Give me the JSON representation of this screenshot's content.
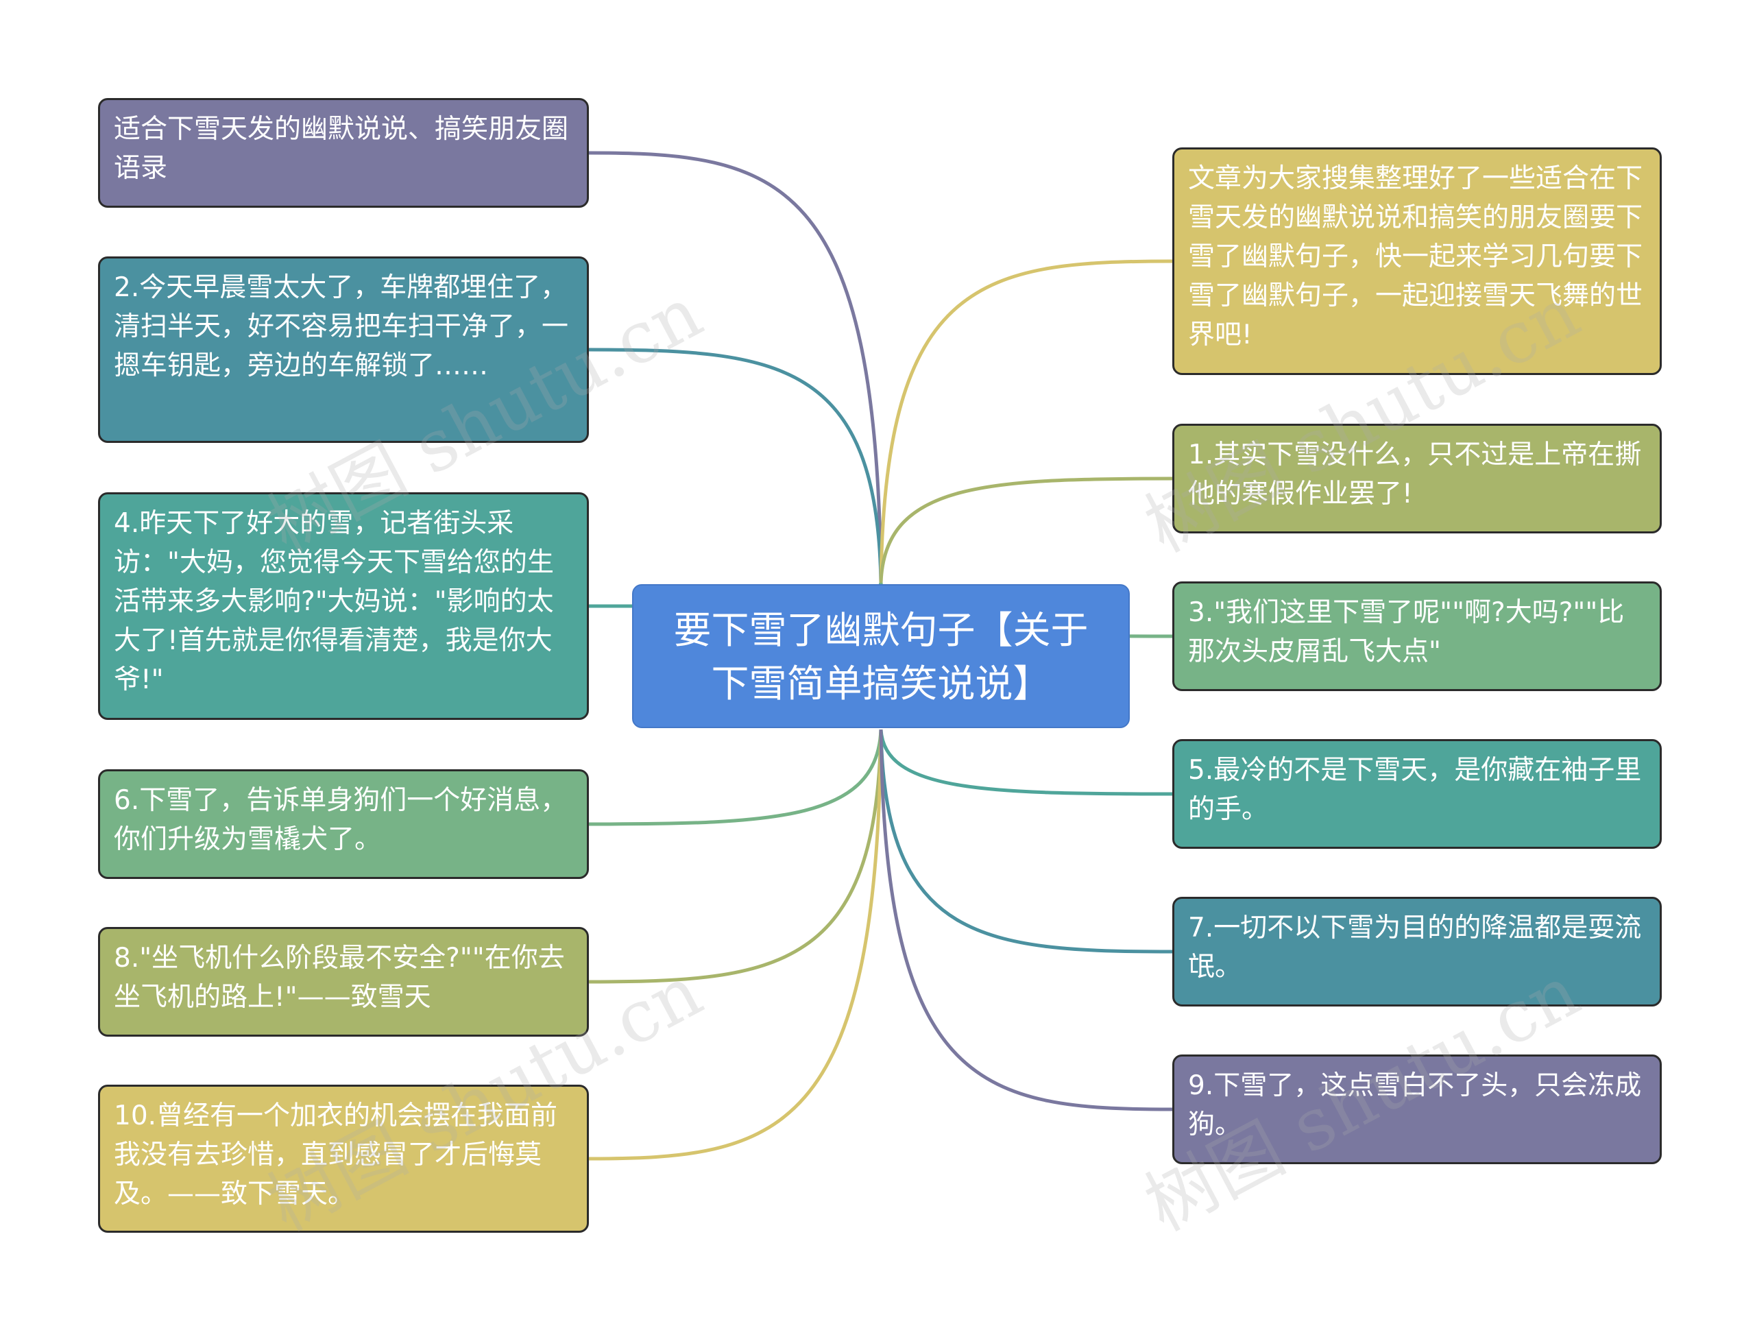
{
  "center": {
    "text": "要下雪了幽默句子【关于下雪简单搞笑说说】",
    "color": "#4f87db"
  },
  "nodes": [
    {
      "id": "L1",
      "side": "left",
      "text": "适合下雪天发的幽默说说、搞笑朋友圈语录",
      "color": "#7a789f"
    },
    {
      "id": "L2",
      "side": "left",
      "text": "2.今天早晨雪太大了，车牌都埋住了，清扫半天，好不容易把车扫干净了，一摁车钥匙，旁边的车解锁了……",
      "color": "#4b91a0"
    },
    {
      "id": "L3",
      "side": "left",
      "text": "4.昨天下了好大的雪，记者街头采访：\"大妈，您觉得今天下雪给您的生活带来多大影响?\"大妈说：\"影响的太大了!首先就是你得看清楚，我是你大爷!\"",
      "color": "#4fa59a"
    },
    {
      "id": "L4",
      "side": "left",
      "text": "6.下雪了，告诉单身狗们一个好消息，你们升级为雪橇犬了。",
      "color": "#77b387"
    },
    {
      "id": "L5",
      "side": "left",
      "text": "8.\"坐飞机什么阶段最不安全?\"\"在你去坐飞机的路上!\"——致雪天",
      "color": "#a8b56b"
    },
    {
      "id": "L6",
      "side": "left",
      "text": "10.曾经有一个加衣的机会摆在我面前我没有去珍惜，直到感冒了才后悔莫及。——致下雪天。",
      "color": "#d6c46d"
    },
    {
      "id": "R1",
      "side": "right",
      "text": "文章为大家搜集整理好了一些适合在下雪天发的幽默说说和搞笑的朋友圈要下雪了幽默句子，快一起来学习几句要下雪了幽默句子，一起迎接雪天飞舞的世界吧!",
      "color": "#d6c46d"
    },
    {
      "id": "R2",
      "side": "right",
      "text": "1.其实下雪没什么，只不过是上帝在撕他的寒假作业罢了!",
      "color": "#a8b56b"
    },
    {
      "id": "R3",
      "side": "right",
      "text": "3.\"我们这里下雪了呢\"\"啊?大吗?\"\"比那次头皮屑乱飞大点\"",
      "color": "#77b387"
    },
    {
      "id": "R4",
      "side": "right",
      "text": "5.最冷的不是下雪天，是你藏在袖子里的手。",
      "color": "#4fa59a"
    },
    {
      "id": "R5",
      "side": "right",
      "text": "7.一切不以下雪为目的的降温都是耍流氓。",
      "color": "#4b91a0"
    },
    {
      "id": "R6",
      "side": "right",
      "text": "9.下雪了，这点雪白不了头，只会冻成狗。",
      "color": "#7a789f"
    }
  ],
  "link_colors": {
    "L1": "#7a789f",
    "L2": "#4b91a0",
    "L3": "#4fa59a",
    "L4": "#77b387",
    "L5": "#a8b56b",
    "L6": "#d6c46d",
    "R1": "#d6c46d",
    "R2": "#a8b56b",
    "R3": "#77b387",
    "R4": "#4fa59a",
    "R5": "#4b91a0",
    "R6": "#7a789f"
  },
  "watermark": "树图 shutu.cn"
}
